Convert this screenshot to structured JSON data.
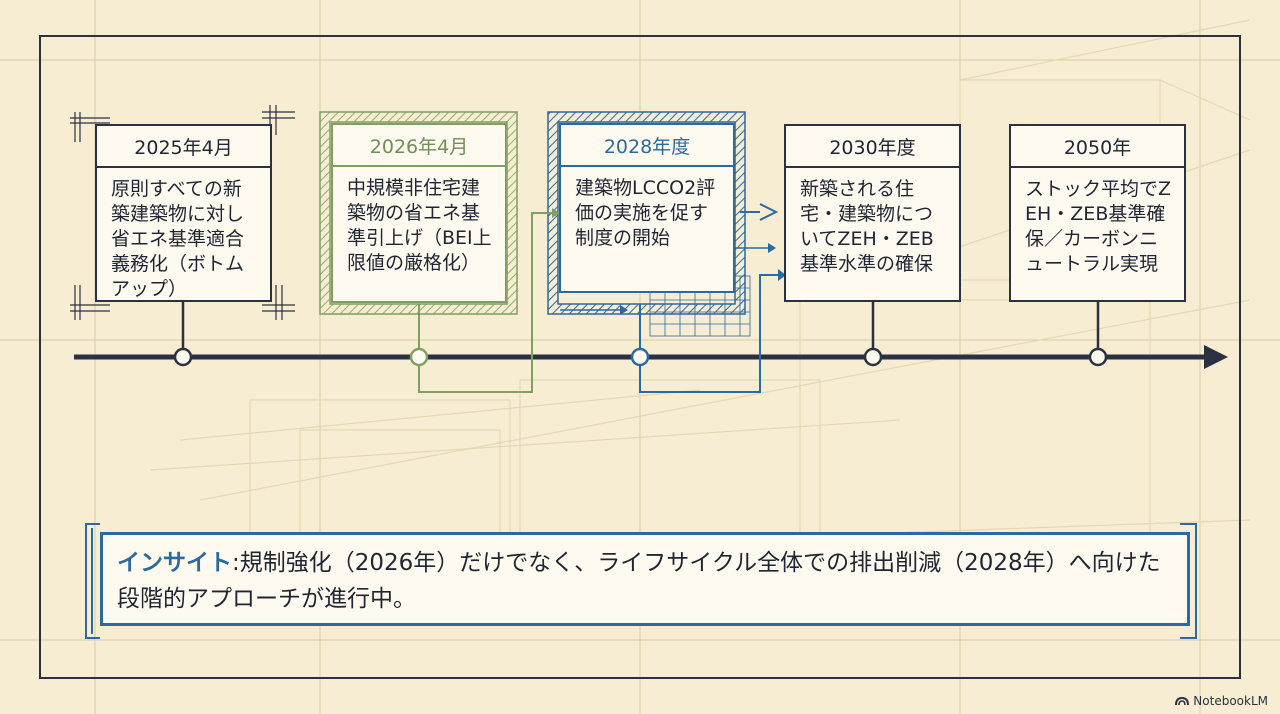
{
  "milestones": [
    {
      "date": "2025年4月",
      "text": "原則すべての新築建築物に対し省エネ基準適合義務化（ボトムアップ）",
      "style": "dark"
    },
    {
      "date": "2026年4月",
      "text": "中規模非住宅建築物の省エネ基準引上げ（BEI上限値の厳格化）",
      "style": "green"
    },
    {
      "date": "2028年度",
      "text": "建築物LCCO2評価の実施を促す制度の開始",
      "style": "blue"
    },
    {
      "date": "2030年度",
      "text": "新築される住宅・建築物についてZEH・ZEB基準水準の確保",
      "style": "dark"
    },
    {
      "date": "2050年",
      "text": "ストック平均でZEH・ZEB基準確保／カーボンニュートラル実現",
      "style": "dark"
    }
  ],
  "insight": {
    "label": "インサイト",
    "text": ":規制強化（2026年）だけでなく、ライフサイクル全体での排出削減（2028年）へ向けた段階的アプローチが進行中。"
  },
  "brand": "NotebookLM",
  "colors": {
    "background": "#f7edd2",
    "dark": "#2b3140",
    "green": "#7f9f63",
    "blue": "#2a6aa0"
  }
}
